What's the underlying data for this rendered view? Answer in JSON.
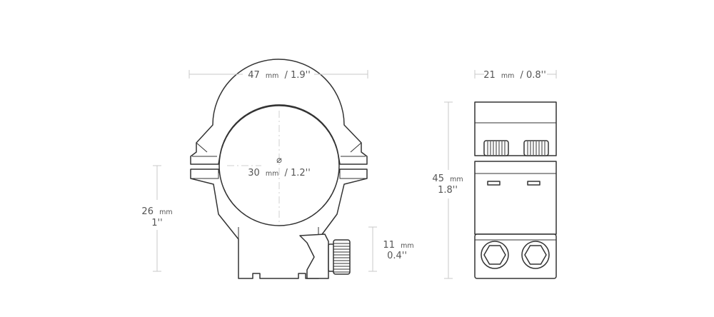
{
  "dimensions": {
    "width_front": {
      "value": "47",
      "unit": "mm",
      "imperial": "/ 1.9''"
    },
    "bore_symbol": "⌀",
    "bore": {
      "value": "30",
      "unit": "mm",
      "imperial": "/ 1.2''"
    },
    "height": {
      "value": "26",
      "unit": "mm",
      "imperial": "1''"
    },
    "clamp_height": {
      "value": "11",
      "unit": "mm",
      "imperial": "0.4''"
    },
    "width_side": {
      "value": "21",
      "unit": "mm",
      "imperial": "/ 0.8''"
    },
    "total_height": {
      "value": "45",
      "unit": "mm",
      "imperial": "1.8''"
    }
  },
  "colors": {
    "outline": "#333333",
    "dimension_line": "#c9c9c9",
    "label": "#555555"
  }
}
